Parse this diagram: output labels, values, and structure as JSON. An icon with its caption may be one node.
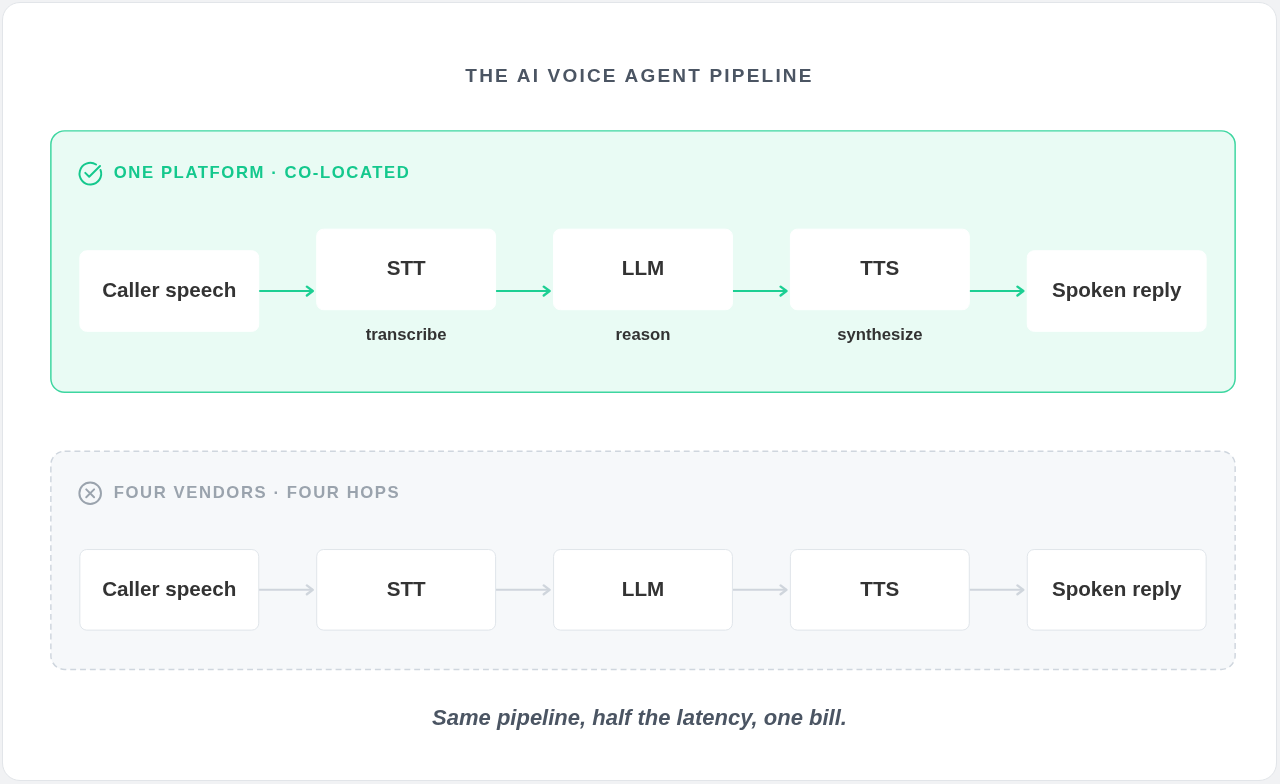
{
  "diagram": {
    "title": "THE AI VOICE AGENT PIPELINE",
    "nodes": [
      {
        "text": [
          "ONE PLATFORM · CO-LOCATED"
        ]
      },
      {
        "text": [
          "Caller speech"
        ],
        "in": 0
      },
      {
        "text": [
          "STT"
        ],
        "in": 0,
        "beside": [
          "transcribe"
        ]
      },
      {
        "text": [
          "LLM"
        ],
        "in": 0,
        "beside": [
          "reason"
        ]
      },
      {
        "text": [
          "TTS"
        ],
        "in": 0,
        "beside": [
          "synthesize"
        ]
      },
      {
        "text": [
          "Spoken reply"
        ],
        "in": 0
      },
      {
        "text": [
          "FOUR VENDORS · FOUR HOPS"
        ]
      },
      {
        "text": [
          "Caller speech"
        ],
        "in": 6
      },
      {
        "text": [
          "STT"
        ],
        "in": 6
      },
      {
        "text": [
          "LLM"
        ],
        "in": 6
      },
      {
        "text": [
          "TTS"
        ],
        "in": 6
      },
      {
        "text": [
          "Spoken reply"
        ],
        "in": 6
      }
    ],
    "edges": [
      {
        "from": 1,
        "to": 2,
        "arrow": "to",
        "color": "#1ccf93"
      },
      {
        "from": 2,
        "to": 3,
        "arrow": "to",
        "color": "#1ccf93"
      },
      {
        "from": 3,
        "to": 4,
        "arrow": "to",
        "color": "#1ccf93"
      },
      {
        "from": 4,
        "to": 5,
        "arrow": "to",
        "color": "#1ccf93"
      },
      {
        "from": 7,
        "to": 8,
        "arrow": "to",
        "color": "#cfd5dc"
      },
      {
        "from": 8,
        "to": 9,
        "arrow": "to",
        "color": "#cfd5dc"
      },
      {
        "from": 9,
        "to": 10,
        "arrow": "to",
        "color": "#cfd5dc"
      },
      {
        "from": 10,
        "to": 11,
        "arrow": "to",
        "color": "#cfd5dc"
      }
    ],
    "caption": "Same pipeline, half the latency, one bill."
  }
}
